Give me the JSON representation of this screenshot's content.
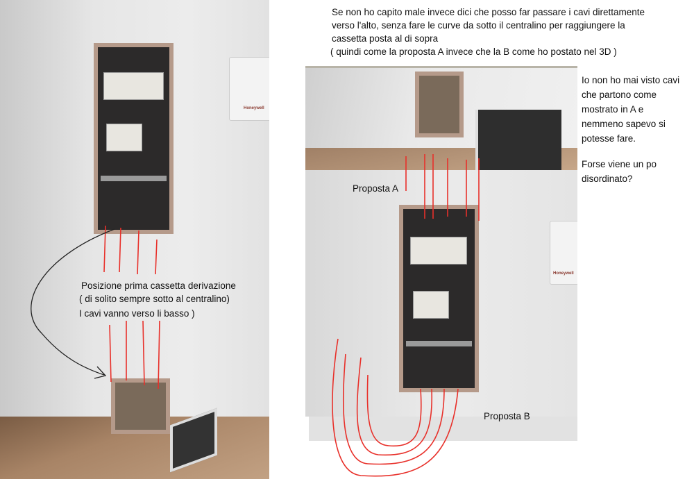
{
  "intro_text": {
    "line1": "Se non ho capito male invece dici che posso far passare i cavi direttamente",
    "line2": "verso l'alto, senza fare le curve da sotto il centralino per raggiungere la",
    "line3": "cassetta posta al di sopra",
    "line4": "( quindi come la proposta A invece che la B come ho postato nel 3D )"
  },
  "left_annotation": {
    "line1": "Posizione prima cassetta derivazione",
    "line2": "( di solito sempre sotto al centralino)",
    "line3": "I cavi vanno verso li basso )"
  },
  "labels": {
    "proposal_a": "Proposta A",
    "proposal_b": "Proposta B"
  },
  "side_comment": {
    "line1": "Io non ho mai visto cavi",
    "line2": "che partono come",
    "line3": "mostrato in A e",
    "line4": "nemmeno sapevo si",
    "line5": "potesse fare.",
    "line6": "Forse viene un po",
    "line7": "disordinato?"
  },
  "thermostat_brand": "Honeywell",
  "colors": {
    "annotation_red": "#e8302a",
    "arrow_black": "#222222"
  }
}
